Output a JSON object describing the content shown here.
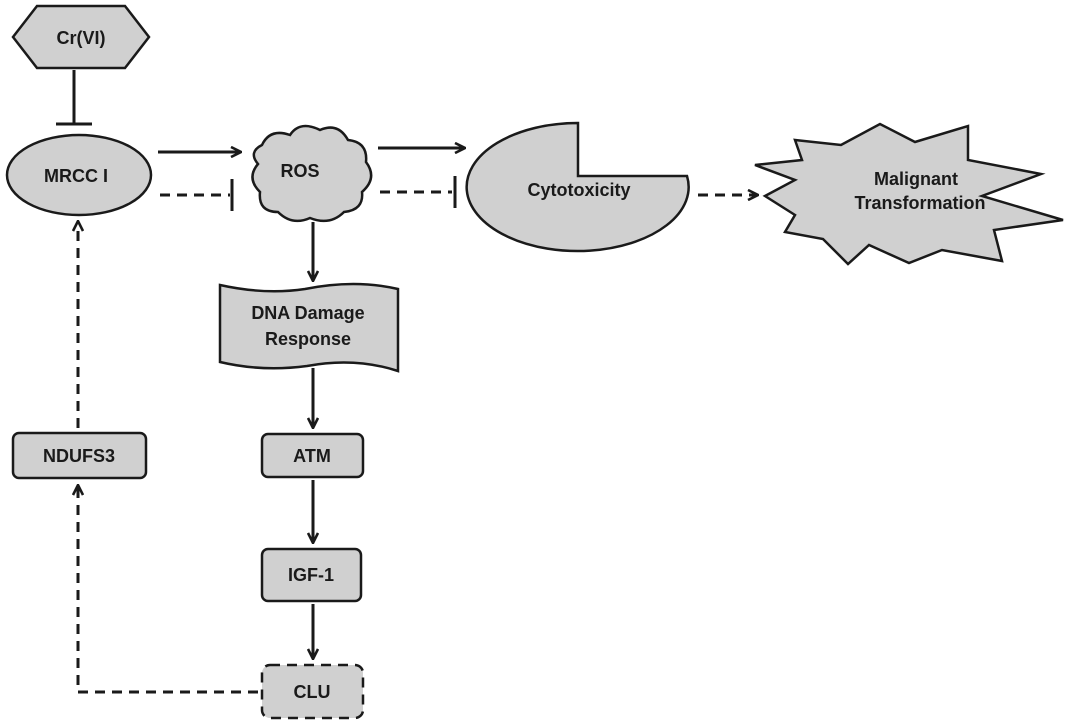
{
  "nodes": {
    "cr": "Cr(VI)",
    "mrcc": "MRCC I",
    "ros": "ROS",
    "cyto": "Cytotoxicity",
    "malignant": [
      "Malignant",
      "Transformation"
    ],
    "dna": [
      "DNA Damage",
      "Response"
    ],
    "atm": "ATM",
    "igf": "IGF-1",
    "clu": "CLU",
    "ndufs3": "NDUFS3"
  },
  "colors": {
    "node_fill": "#d0d0d0",
    "stroke": "#1a1a1a"
  },
  "edges": [
    {
      "from": "cr",
      "to": "mrcc",
      "kind": "inhibit",
      "style": "solid"
    },
    {
      "from": "mrcc",
      "to": "ros",
      "kind": "activate",
      "style": "solid"
    },
    {
      "from": "mrcc",
      "to": "ros",
      "kind": "inhibit",
      "style": "dashed"
    },
    {
      "from": "ros",
      "to": "cyto",
      "kind": "activate",
      "style": "solid"
    },
    {
      "from": "ros",
      "to": "cyto",
      "kind": "inhibit",
      "style": "dashed"
    },
    {
      "from": "cyto",
      "to": "malignant",
      "kind": "activate",
      "style": "dashed"
    },
    {
      "from": "ros",
      "to": "dna",
      "kind": "activate",
      "style": "solid"
    },
    {
      "from": "dna",
      "to": "atm",
      "kind": "activate",
      "style": "solid"
    },
    {
      "from": "atm",
      "to": "igf",
      "kind": "activate",
      "style": "solid"
    },
    {
      "from": "igf",
      "to": "clu",
      "kind": "activate",
      "style": "solid"
    },
    {
      "from": "clu",
      "to": "ndufs3",
      "kind": "activate",
      "style": "dashed"
    },
    {
      "from": "ndufs3",
      "to": "mrcc",
      "kind": "activate",
      "style": "dashed"
    }
  ]
}
